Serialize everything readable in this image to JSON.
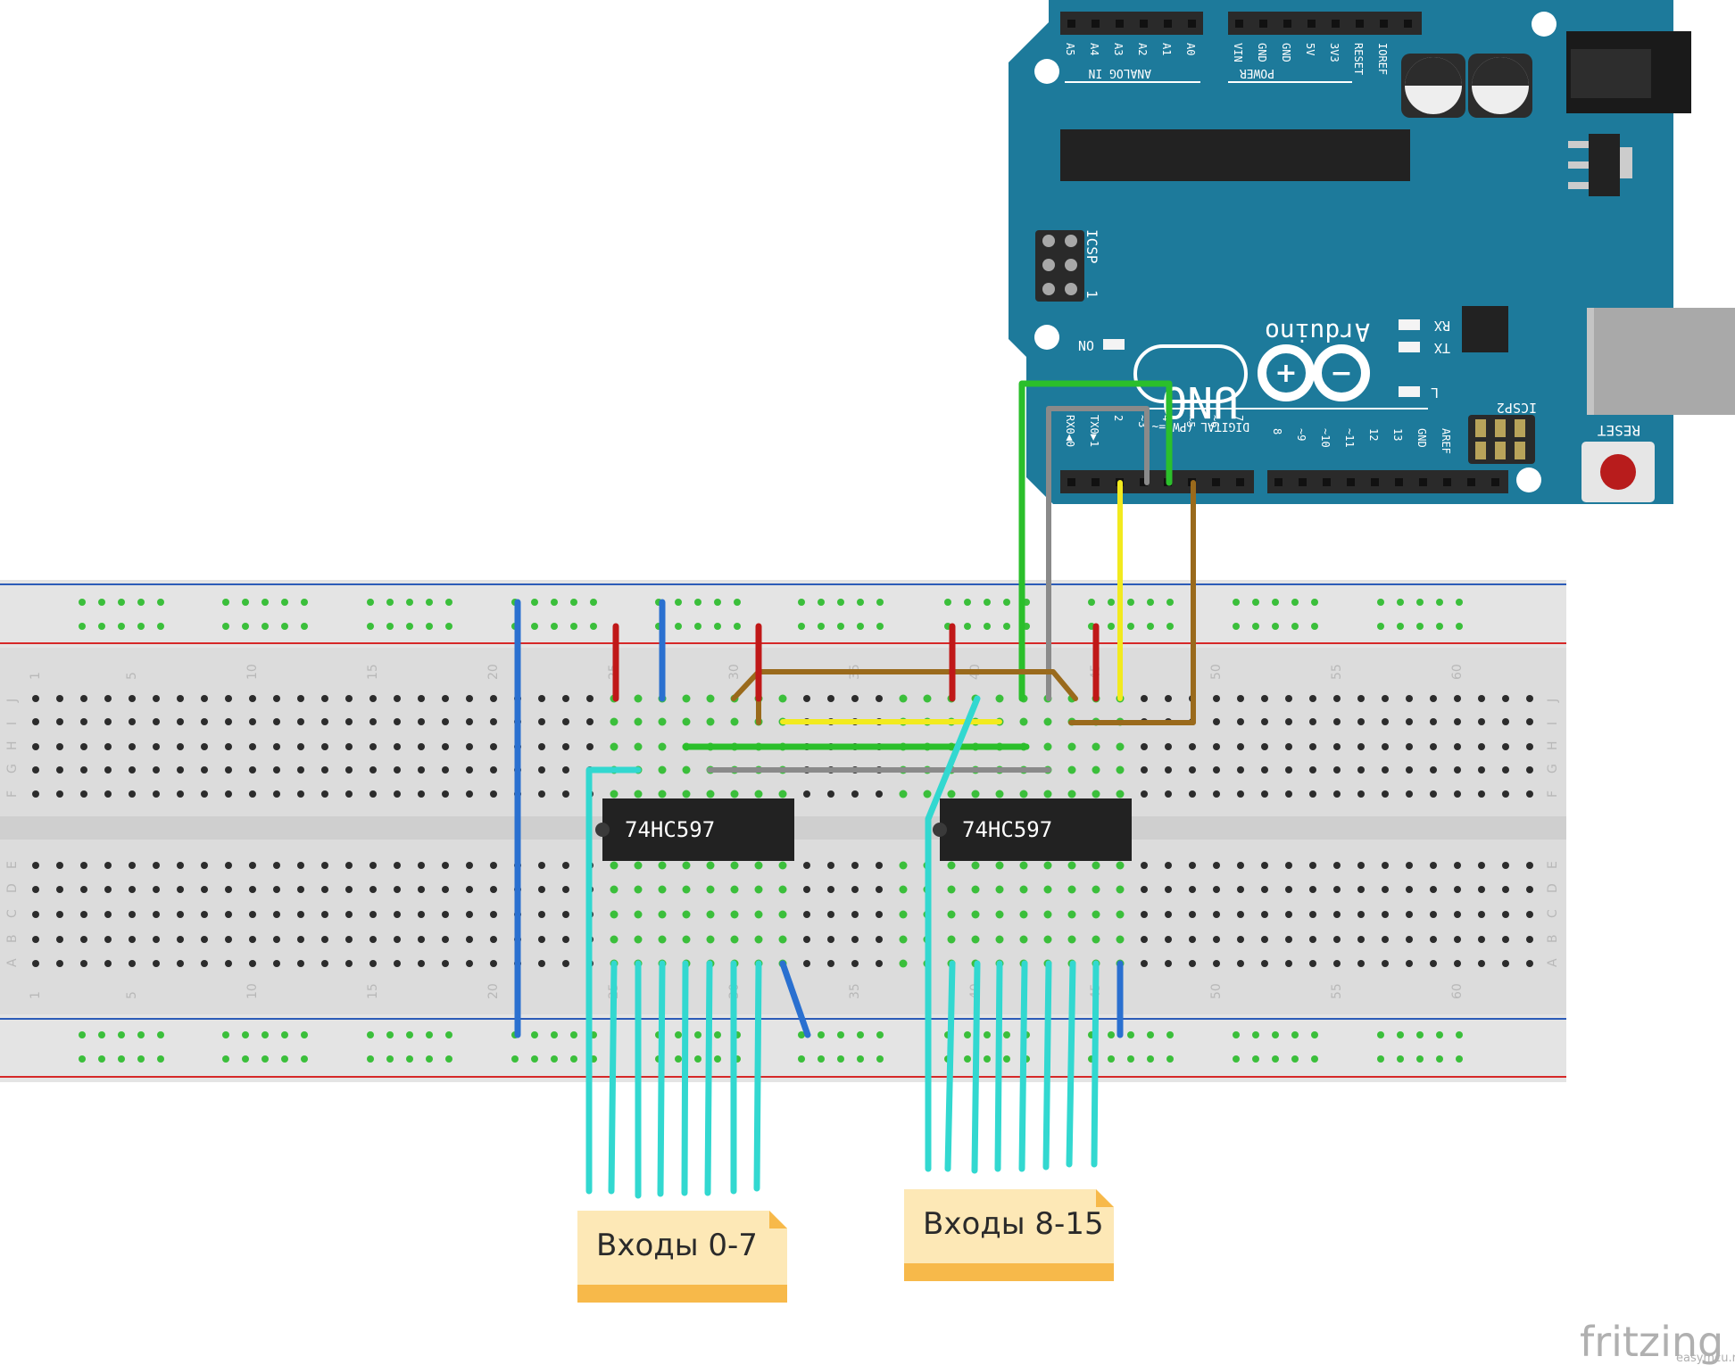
{
  "breadboard": {
    "column_numbers": [
      "1",
      "5",
      "10",
      "15",
      "20",
      "25",
      "30",
      "35",
      "40",
      "45",
      "50",
      "55",
      "60"
    ],
    "row_letters_top": [
      "J",
      "I",
      "H",
      "G",
      "F"
    ],
    "row_letters_bottom": [
      "E",
      "D",
      "C",
      "B",
      "A"
    ]
  },
  "chips": [
    {
      "label": "74HC597"
    },
    {
      "label": "74HC597"
    }
  ],
  "arduino": {
    "brand": "Arduino",
    "model": "UNO",
    "analog_header_label": "ANALOG IN",
    "power_header_label": "POWER",
    "analog_pins": [
      "A5",
      "A4",
      "A3",
      "A2",
      "A1",
      "A0"
    ],
    "power_pins": [
      "VIN",
      "GND",
      "GND",
      "5V",
      "3V3",
      "RESET",
      "IOREF"
    ],
    "icsp_label": "ICSP",
    "icsp2_label": "ICSP2",
    "icsp_pin1": "1",
    "digital_label": "DIGITAL (PWM=~)",
    "digital_pins_low": [
      "RX0◀0",
      "TX0▶1",
      "2",
      "~3",
      "4",
      "~5",
      "~6",
      "7"
    ],
    "digital_pins_high": [
      "8",
      "~9",
      "~10",
      "~11",
      "12",
      "13",
      "GND",
      "AREF"
    ],
    "led_on": "ON",
    "led_rx": "RX",
    "led_tx": "TX",
    "led_l": "L",
    "reset_label": "RESET"
  },
  "notes": [
    {
      "text": "Входы 0-7"
    },
    {
      "text": "Входы 8-15"
    }
  ],
  "footer": {
    "brand": "fritzing",
    "site": "easymcu.ru"
  },
  "colors": {
    "board": "#1d7a9b",
    "breadboard": "#dcdcdc",
    "rail_red": "#d62828",
    "rail_blue": "#2c5cb8",
    "wire_green": "#2bbf2b",
    "wire_gray": "#8a8a8a",
    "wire_yellow": "#f2ea1e",
    "wire_brown": "#9a6a1c",
    "wire_red": "#c01818",
    "wire_blue": "#2a70d0",
    "wire_cyan": "#32d8d0",
    "note_fill": "#fde8b6",
    "note_band": "#f7b94a"
  }
}
